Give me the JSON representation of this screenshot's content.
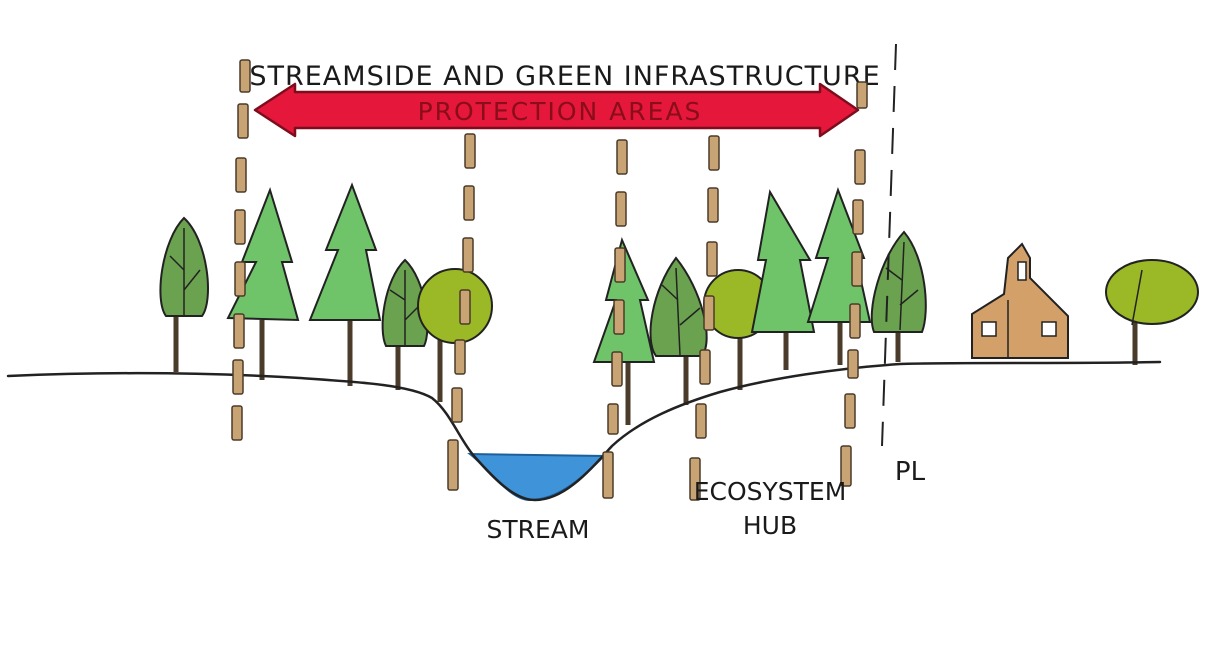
{
  "diagram": {
    "title": "STREAMSIDE AND GREEN INFRASTRUCTURE",
    "arrow_label": "PROTECTION AREAS",
    "labels": {
      "stream": "STREAM",
      "ecosystem_hub_line1": "ECOSYSTEM",
      "ecosystem_hub_line2": "HUB",
      "property_line": "PL"
    },
    "colors": {
      "arrow": "#e5173a",
      "arrow_outline": "#7d0d1d",
      "post": "#c8a474",
      "conifer": "#6fc46a",
      "deciduous": "#6aa24f",
      "round_tree": "#9bb826",
      "water": "#3f93d8",
      "house": "#d4a06a",
      "ground_line": "#222222"
    }
  }
}
